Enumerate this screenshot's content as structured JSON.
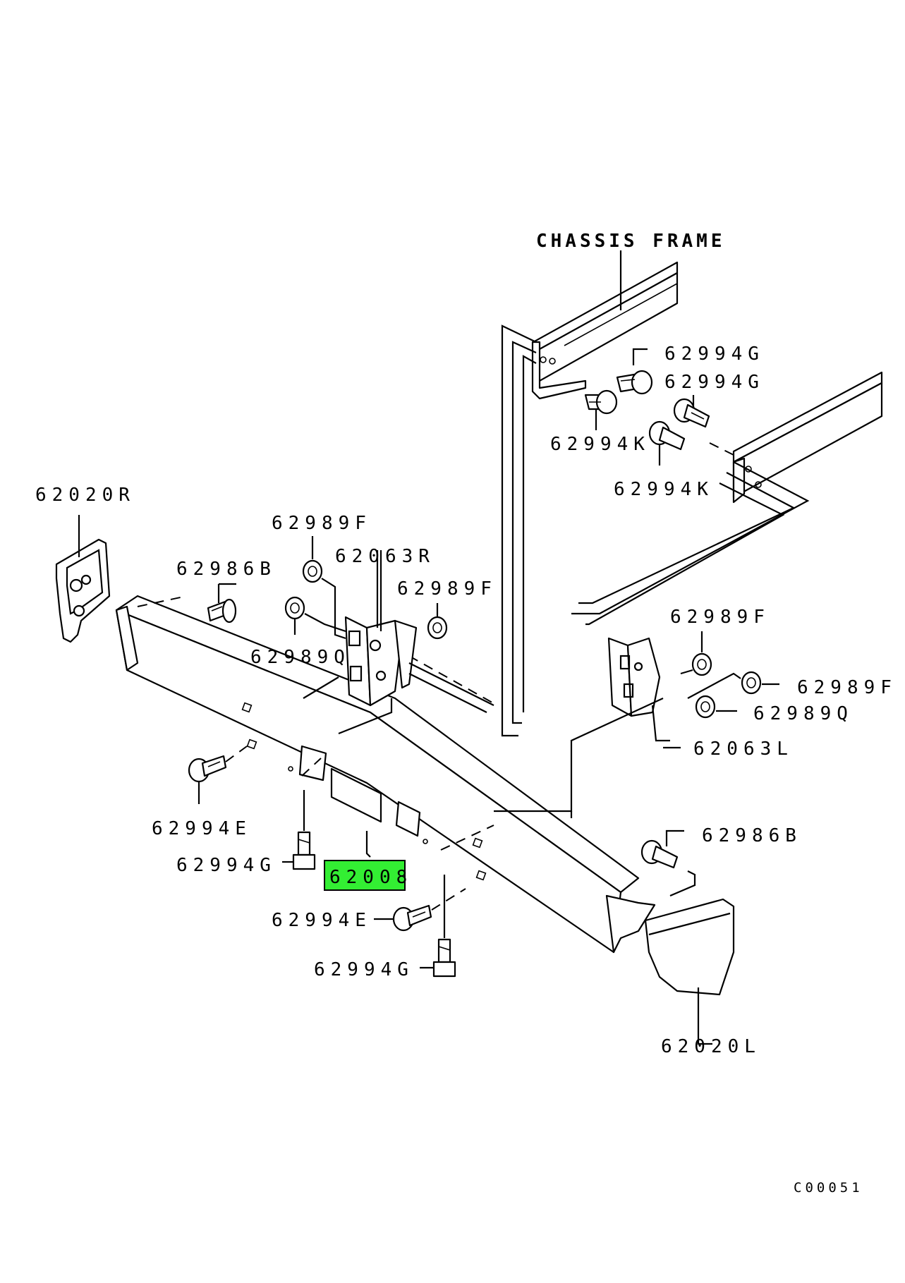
{
  "header": {
    "chassis_label": "CHASSIS FRAME"
  },
  "parts": {
    "p62020R": "62020R",
    "p62986B_left": "62986B",
    "p62989F_top": "62989F",
    "p62063R": "62063R",
    "p62989F_mid": "62989F",
    "p62989Q_left": "62989Q",
    "p62994G_top1": "62994G",
    "p62994G_top2": "62994G",
    "p62994K_1": "62994K",
    "p62994K_2": "62994K",
    "p62989F_right1": "62989F",
    "p62989F_right2": "62989F",
    "p62989Q_right": "62989Q",
    "p62063L": "62063L",
    "p62994E_left": "62994E",
    "p62994G_left": "62994G",
    "p62008": "62008",
    "p62986B_right": "62986B",
    "p62994E_bottom": "62994E",
    "p62994G_bottom": "62994G",
    "p62020L": "62020L"
  },
  "highlight": {
    "part": "62008",
    "color": "#33ee33"
  },
  "footer": {
    "code": "C00051"
  }
}
